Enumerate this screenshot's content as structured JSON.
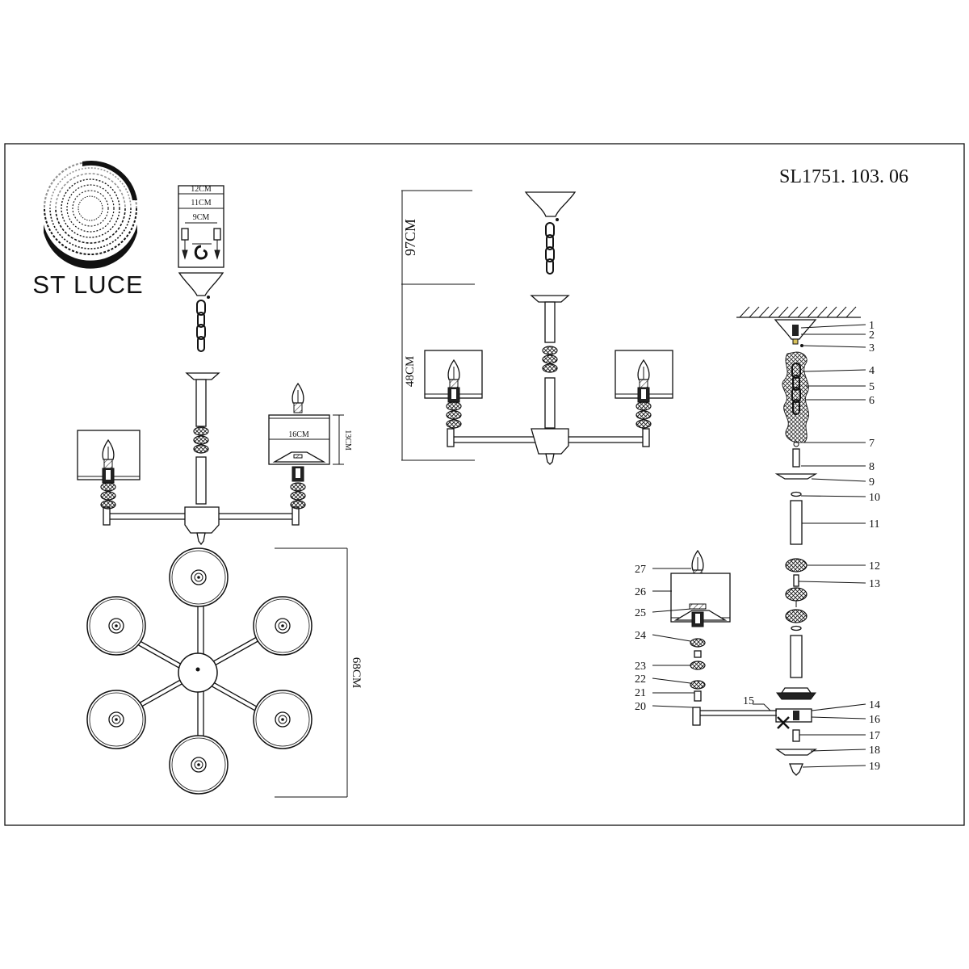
{
  "model_code": "SL1751. 103. 06",
  "brand": {
    "name": "ST LUCE"
  },
  "dimensions": {
    "canopy_outer": "12CM",
    "canopy_mid": "11CM",
    "canopy_inner": "9CM",
    "shade_width": "16CM",
    "shade_height": "13CM",
    "total_height": "97CM",
    "body_height": "48CM",
    "diameter": "68CM"
  },
  "part_numbers": [
    "1",
    "2",
    "3",
    "4",
    "5",
    "6",
    "7",
    "8",
    "9",
    "10",
    "11",
    "12",
    "13",
    "14",
    "15",
    "16",
    "17",
    "18",
    "19",
    "20",
    "21",
    "22",
    "23",
    "24",
    "25",
    "26",
    "27"
  ]
}
